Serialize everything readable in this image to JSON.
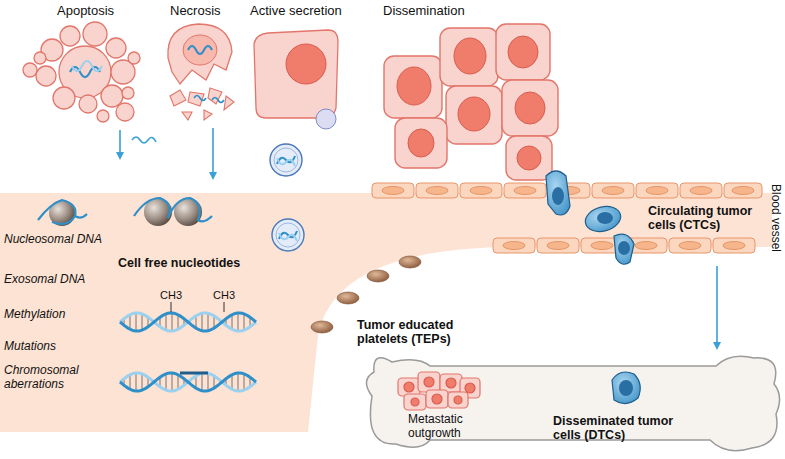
{
  "diagram": {
    "labels": [
      "Apoptosis",
      "Necrosis",
      "Active secretion",
      "Dissemination",
      "Nucleosomal DNA",
      "Exosomal DNA",
      "Cell free nucleotides",
      "CH3",
      "CH3",
      "Methylation",
      "Mutations",
      "Chromosomal aberrations",
      "Tumor educated platelets (TEPs)",
      "Circulating tumor cells (CTCs)",
      "Blood vessel",
      "Metastatic outgrowth",
      "Disseminated tumor cells (DTCs)"
    ]
  }
}
